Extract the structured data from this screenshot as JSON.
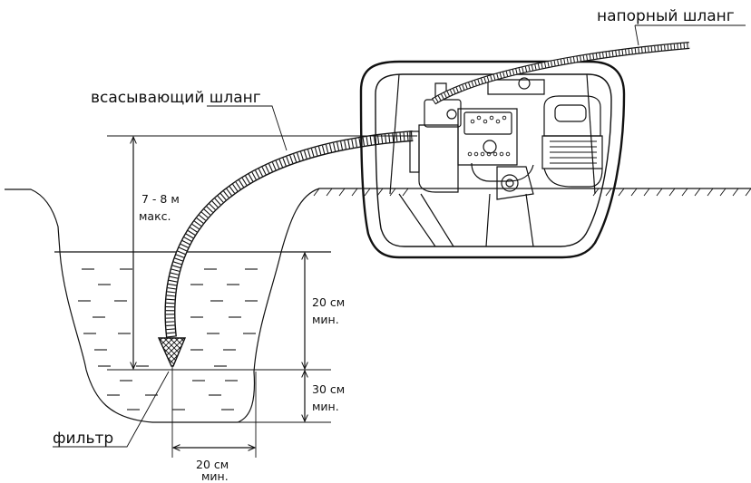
{
  "labels": {
    "discharge_hose": "напорный шланг",
    "suction_hose": "всасывающий шланг",
    "max_height_value": "7 - 8 м",
    "max_height_note": "макс.",
    "water_depth_value": "20 см",
    "water_depth_note": "мин.",
    "bottom_gap_value": "30 см",
    "bottom_gap_note": "мин.",
    "filter": "фильтр",
    "side_gap_value": "20 см",
    "side_gap_note": "мин."
  }
}
